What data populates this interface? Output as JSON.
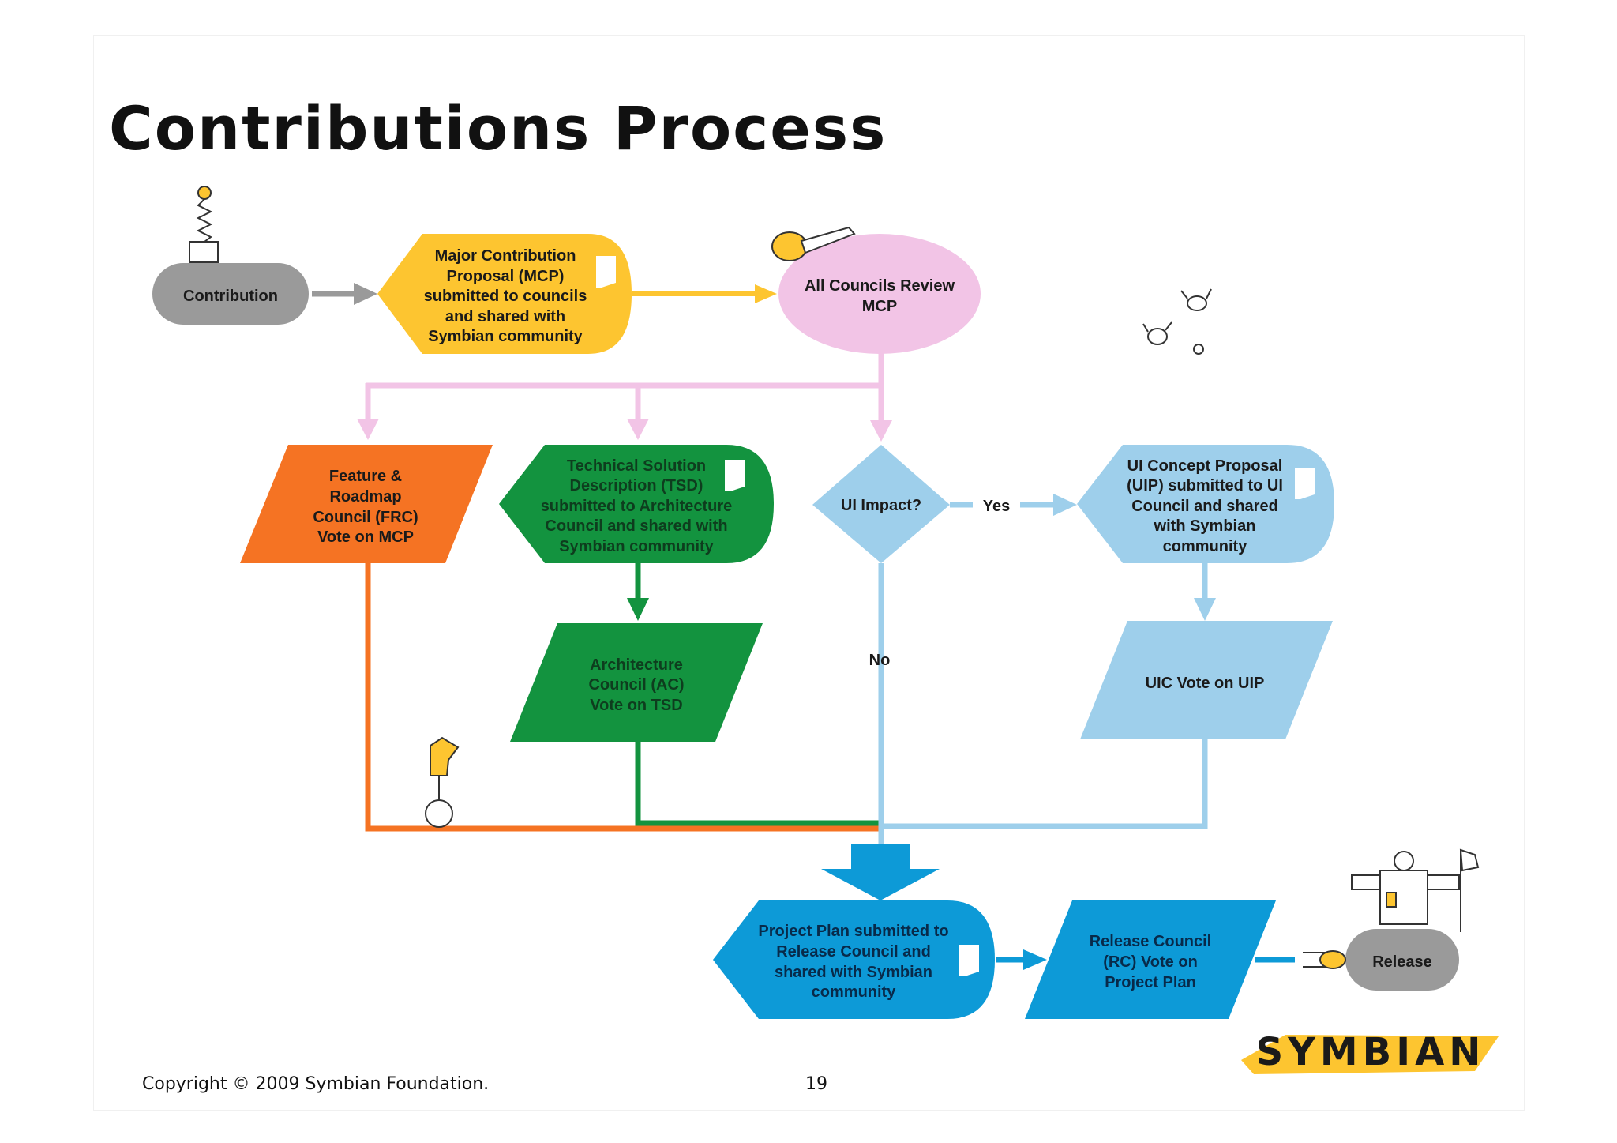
{
  "slide": {
    "title": "Contributions Process",
    "copyright": "Copyright © 2009 Symbian Foundation.",
    "page_number": "19",
    "logo_text": "SYMBIAN"
  },
  "nodes": {
    "contribution": "Contribution",
    "mcp": [
      "Major Contribution",
      "Proposal (MCP)",
      "submitted to councils",
      "and shared with",
      "Symbian community"
    ],
    "all_councils": [
      "All Councils Review",
      "MCP"
    ],
    "frc": [
      "Feature &",
      "Roadmap",
      "Council (FRC)",
      "Vote on MCP"
    ],
    "tsd": [
      "Technical Solution",
      "Description (TSD)",
      "submitted to Architecture",
      "Council and shared with",
      "Symbian community"
    ],
    "ui_impact": "UI Impact?",
    "uip": [
      "UI Concept Proposal",
      "(UIP) submitted to UI",
      "Council and shared",
      "with Symbian",
      "community"
    ],
    "ac_vote": [
      "Architecture",
      "Council (AC)",
      "Vote on TSD"
    ],
    "uic_vote": "UIC Vote on UIP",
    "project_plan": [
      "Project Plan submitted to",
      "Release Council and",
      "shared with Symbian",
      "community"
    ],
    "rc_vote": [
      "Release Council",
      "(RC) Vote on",
      "Project Plan"
    ],
    "release": "Release"
  },
  "edges": {
    "yes": "Yes",
    "no": "No"
  },
  "colors": {
    "gray": "#9a9a9a",
    "yellow": "#fdc530",
    "pink": "#f2c4e6",
    "orange": "#f57323",
    "green": "#13933f",
    "light_blue": "#9ecfeb",
    "blue": "#0d9ad7"
  }
}
